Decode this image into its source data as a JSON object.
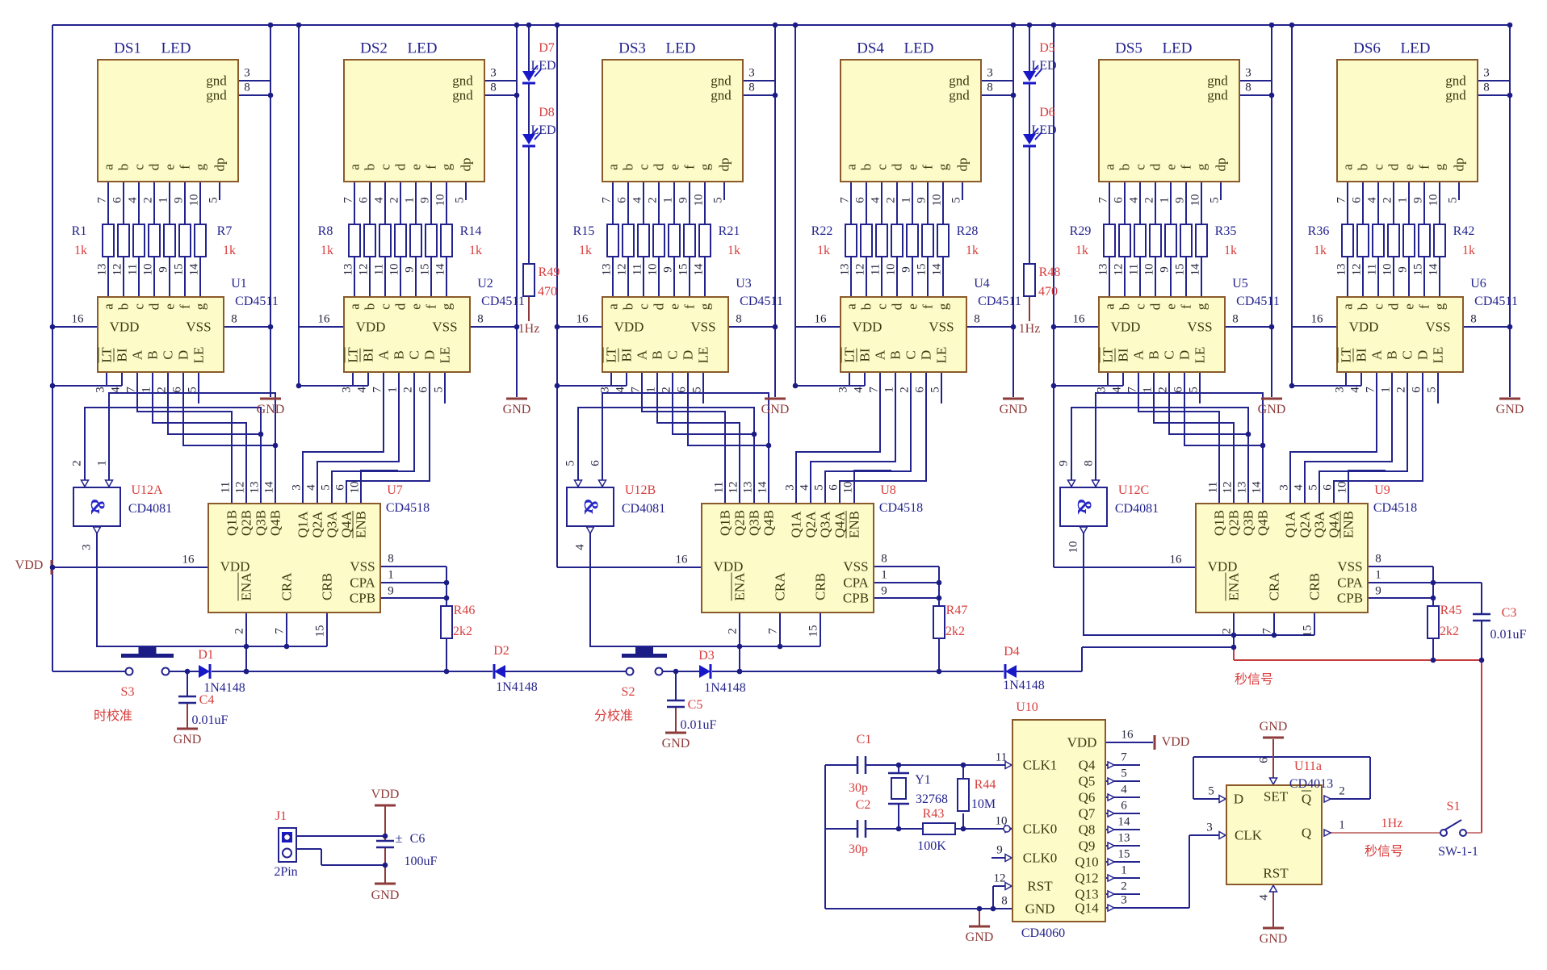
{
  "schematic": {
    "digit_common": {
      "part": "LED",
      "display_pins": [
        "a",
        "b",
        "c",
        "d",
        "e",
        "f",
        "g",
        "dp"
      ],
      "display_pin_numbers": [
        "7",
        "6",
        "4",
        "2",
        "1",
        "9",
        "10",
        "5"
      ],
      "gnd_pin_label": "gnd",
      "gnd_pin_numbers": [
        "3",
        "8"
      ],
      "resistor_value": "1k",
      "decoder_part": "CD4511",
      "decoder_input_numbers": [
        "13",
        "12",
        "11",
        "10",
        "9",
        "15",
        "14"
      ],
      "decoder_top_pins": [
        "a",
        "b",
        "c",
        "d",
        "e",
        "f",
        "g"
      ],
      "decoder_vdd": "VDD",
      "decoder_vdd_pin": "16",
      "decoder_vss": "VSS",
      "decoder_vss_pin": "8",
      "decoder_bottom_pins": [
        "LT",
        "BI",
        "A",
        "B",
        "C",
        "D",
        "LE"
      ],
      "decoder_bottom_numbers": [
        "3",
        "4",
        "7",
        "1",
        "2",
        "6",
        "5"
      ],
      "gnd_net": "GND"
    },
    "digits": [
      {
        "designator": "DS1",
        "res_first": "R1",
        "res_last": "R7",
        "decoder": "U1"
      },
      {
        "designator": "DS2",
        "res_first": "R8",
        "res_last": "R14",
        "decoder": "U2"
      },
      {
        "designator": "DS3",
        "res_first": "R15",
        "res_last": "R21",
        "decoder": "U3"
      },
      {
        "designator": "DS4",
        "res_first": "R22",
        "res_last": "R28",
        "decoder": "U4"
      },
      {
        "designator": "DS5",
        "res_first": "R29",
        "res_last": "R35",
        "decoder": "U5"
      },
      {
        "designator": "DS6",
        "res_first": "R36",
        "res_last": "R42",
        "decoder": "U6"
      }
    ],
    "led_columns": [
      {
        "top_designator": "D7",
        "top_part": "LED",
        "bottom_designator": "D8",
        "bottom_part": "LED",
        "resistor": "R49",
        "resistor_value": "470",
        "net": "1Hz"
      },
      {
        "top_designator": "D5",
        "top_part": "LED",
        "bottom_designator": "D6",
        "bottom_part": "LED",
        "resistor": "R48",
        "resistor_value": "470",
        "net": "1Hz"
      }
    ],
    "counter_common": {
      "part": "CD4518",
      "gate_part": "CD4081",
      "qb_labels": [
        "Q1B",
        "Q2B",
        "Q3B",
        "Q4B"
      ],
      "qb_numbers": [
        "11",
        "12",
        "13",
        "14"
      ],
      "qa_labels": [
        "Q1A",
        "Q2A",
        "Q3A",
        "Q4A",
        "ENB"
      ],
      "qa_numbers": [
        "3",
        "4",
        "5",
        "6",
        "10"
      ],
      "vdd": "VDD",
      "vdd_pin": "16",
      "right_labels": [
        "VSS",
        "CPA",
        "CPB"
      ],
      "right_numbers": [
        "8",
        "1",
        "9"
      ],
      "bottom_labels": [
        "ENA",
        "CRA",
        "CRB"
      ],
      "bottom_numbers": [
        "2",
        "7",
        "15"
      ],
      "res_value": "2k2"
    },
    "counters": [
      {
        "gate": "U12A",
        "gate_inputs": [
          "2",
          "1"
        ],
        "gate_output": "3",
        "designator": "U7",
        "res": "R46"
      },
      {
        "gate": "U12B",
        "gate_inputs": [
          "5",
          "6"
        ],
        "gate_output": "4",
        "designator": "U8",
        "res": "R47"
      },
      {
        "gate": "U12C",
        "gate_inputs": [
          "9",
          "8"
        ],
        "gate_output": "10",
        "designator": "U9",
        "res": "R45",
        "cap": "C3",
        "cap_value": "0.01uF"
      }
    ],
    "calibration": [
      {
        "switch": "S3",
        "label": "时校准",
        "cap": "C4",
        "cap_value": "0.01uF",
        "diode": "D1",
        "diode_part": "1N4148",
        "gnd": "GND"
      },
      {
        "switch": "S2",
        "label": "分校准",
        "cap": "C5",
        "cap_value": "0.01uF",
        "diode": "D3",
        "diode_part": "1N4148",
        "gnd": "GND"
      }
    ],
    "series_diodes": [
      {
        "designator": "D2",
        "part": "1N4148"
      },
      {
        "designator": "D4",
        "part": "1N4148"
      }
    ],
    "power_input": {
      "connector": "J1",
      "connector_part": "2Pin",
      "cap": "C6",
      "cap_value": "100uF",
      "polarity": "±",
      "vdd": "VDD",
      "gnd": "GND"
    },
    "vdd_port": "VDD",
    "second_signal": "秒信号",
    "oscillator": {
      "designator": "U10",
      "part": "CD4060",
      "c1": "C1",
      "c1_value": "30p",
      "c2": "C2",
      "c2_value": "30p",
      "crystal": "Y1",
      "crystal_value": "32768",
      "r44": "R44",
      "r44_value": "10M",
      "r43": "R43",
      "r43_value": "100K",
      "left_pins": [
        {
          "label": "CLK1",
          "number": "11"
        },
        {
          "label": "CLK0",
          "number": "10"
        },
        {
          "label": "CLK0",
          "number": "9"
        },
        {
          "label": "RST",
          "number": "12"
        },
        {
          "label": "GND",
          "number": "8"
        }
      ],
      "vdd": "VDD",
      "vdd_pin": "16",
      "vdd_port": "VDD",
      "outputs": [
        {
          "label": "Q4",
          "number": "7"
        },
        {
          "label": "Q5",
          "number": "5"
        },
        {
          "label": "Q6",
          "number": "4"
        },
        {
          "label": "Q7",
          "number": "6"
        },
        {
          "label": "Q8",
          "number": "14"
        },
        {
          "label": "Q9",
          "number": "13"
        },
        {
          "label": "Q10",
          "number": "15"
        },
        {
          "label": "Q12",
          "number": "1"
        },
        {
          "label": "Q13",
          "number": "2"
        },
        {
          "label": "Q14",
          "number": "3"
        }
      ],
      "gnd": "GND"
    },
    "flip_flop": {
      "designator": "U11a",
      "part": "CD4013",
      "d": "D",
      "d_pin": "5",
      "clk": "CLK",
      "clk_pin": "3",
      "set": "SET",
      "set_pin": "6",
      "rst": "RST",
      "rst_pin": "4",
      "q": "Q",
      "q_pin": "1",
      "qbar": "Q",
      "qbar_pin": "2",
      "gnd_top": "GND",
      "gnd_bottom": "GND",
      "net": "1Hz",
      "net2": "秒信号"
    },
    "output_switch": {
      "designator": "S1",
      "part": "SW-1-1"
    }
  }
}
